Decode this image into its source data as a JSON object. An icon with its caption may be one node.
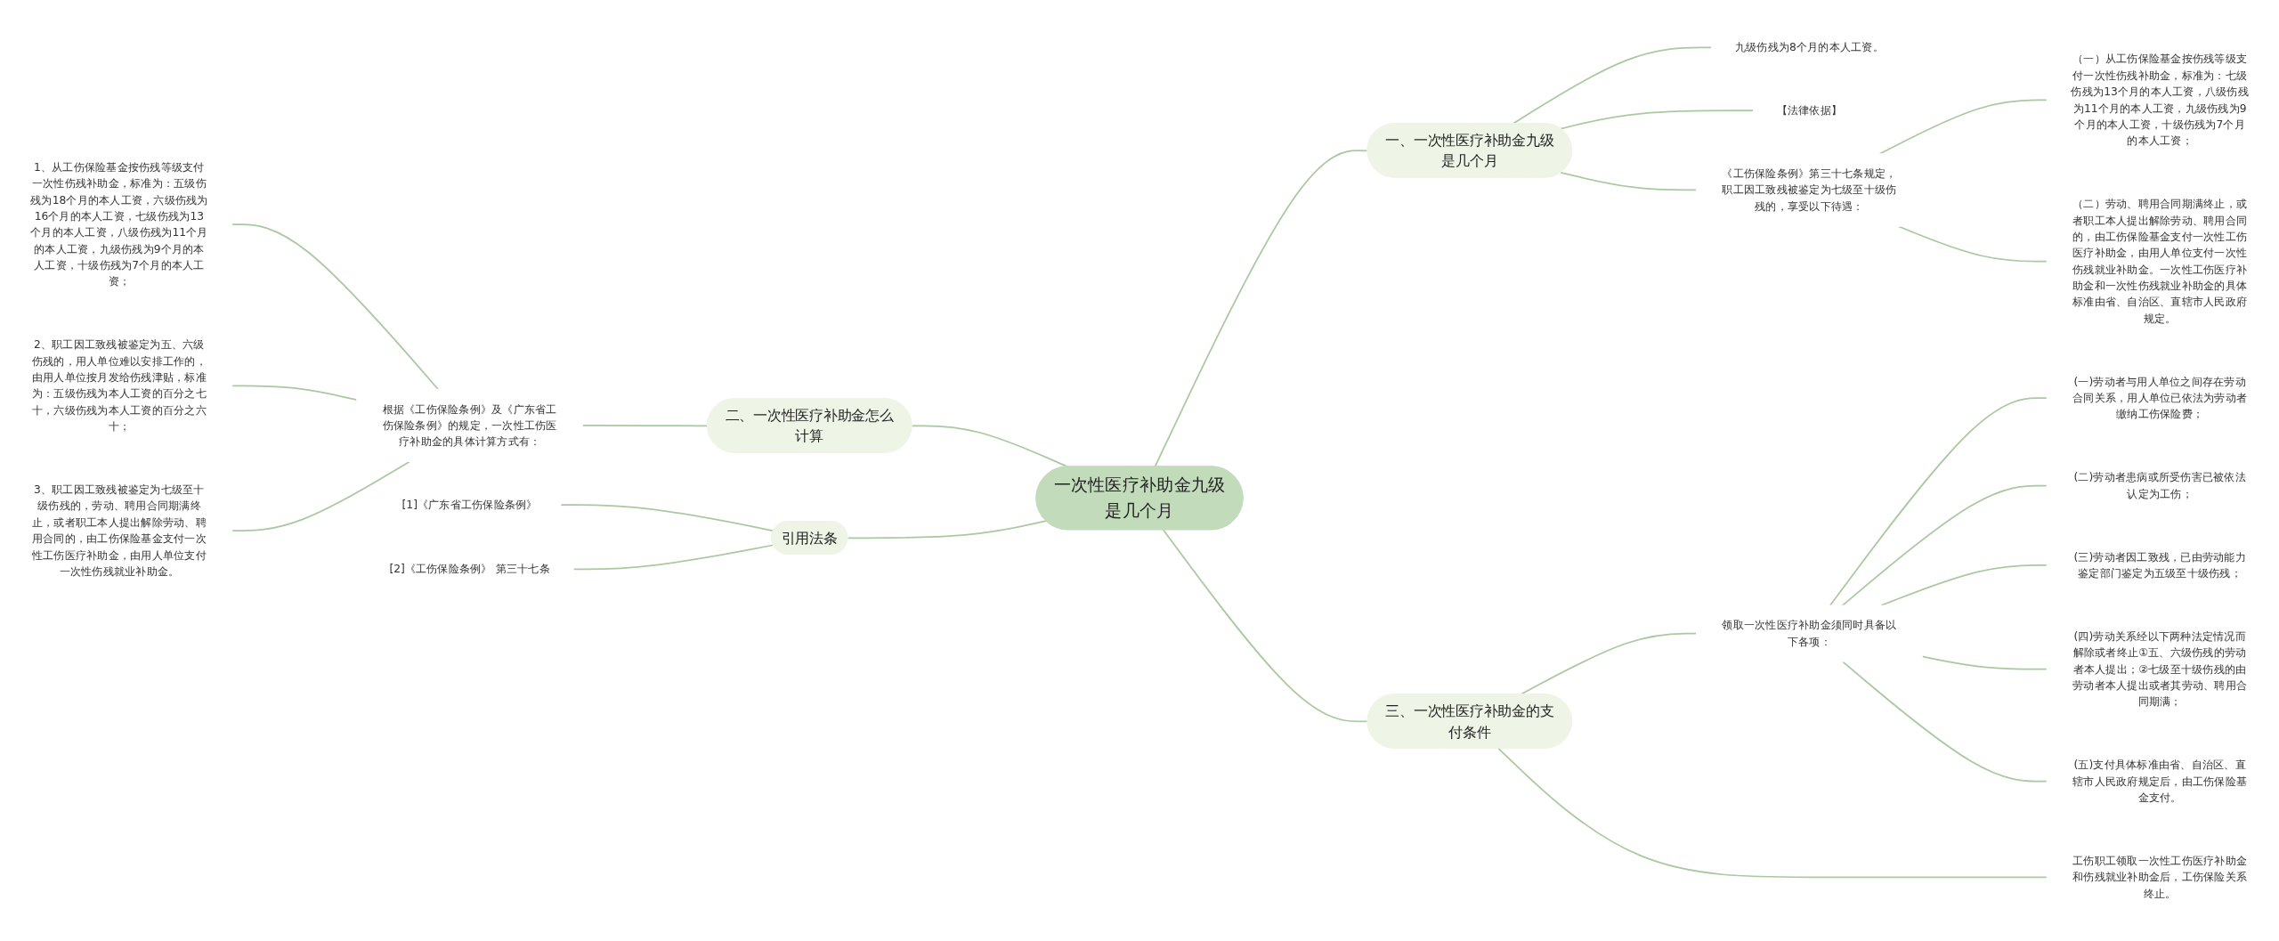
{
  "diagram": {
    "nodes": [
      {
        "text": [
          "一次性医疗补助金九级是几个月"
        ]
      },
      {
        "text": [
          "一、一次性医疗补助金九级是几个月"
        ]
      },
      {
        "text": [
          "九级伤残为8个月的本人工资。"
        ]
      },
      {
        "text": [
          "【法律依据】"
        ]
      },
      {
        "text": [
          "《工伤保险条例》第三十七条规定，职工因工致残被鉴定为七级至十级伤残的，享受以下待遇："
        ]
      },
      {
        "text": [
          "（一）从工伤保险基金按伤残等级支付一次性伤残补助金，标准为：七级伤残为13个月的本人工资，八级伤残为11个月的本人工资，九级伤残为9个月的本人工资，十级伤残为7个月的本人工资；"
        ]
      },
      {
        "text": [
          "（二）劳动、聘用合同期满终止，或者职工本人提出解除劳动、聘用合同的，由工伤保险基金支付一次性工伤医疗补助金，由用人单位支付一次性伤残就业补助金。一次性工伤医疗补助金和一次性伤残就业补助金的具体标准由省、自治区、直辖市人民政府规定。"
        ]
      },
      {
        "text": [
          "二、一次性医疗补助金怎么计算"
        ]
      },
      {
        "text": [
          "根据《工伤保险条例》及《广东省工伤保险条例》的规定，一次性工伤医疗补助金的具体计算方式有："
        ]
      },
      {
        "text": [
          "1、从工伤保险基金按伤残等级支付一次性伤残补助金，标准为：五级伤残为18个月的本人工资，六级伤残为16个月的本人工资，七级伤残为13个月的本人工资，八级伤残为11个月的本人工资，九级伤残为9个月的本人工资，十级伤残为7个月的本人工资；"
        ]
      },
      {
        "text": [
          "2、职工因工致残被鉴定为五、六级伤残的，用人单位难以安排工作的，由用人单位按月发给伤残津贴，标准为：五级伤残为本人工资的百分之七十，六级伤残为本人工资的百分之六十；"
        ]
      },
      {
        "text": [
          "3、职工因工致残被鉴定为七级至十级伤残的，劳动、聘用合同期满终止，或者职工本人提出解除劳动、聘用合同的，由工伤保险基金支付一次性工伤医疗补助金，由用人单位支付一次性伤残就业补助金。"
        ]
      },
      {
        "text": [
          "三、一次性医疗补助金的支付条件"
        ]
      },
      {
        "text": [
          "领取一次性医疗补助金须同时具备以下各项："
        ]
      },
      {
        "text": [
          "(一)劳动者与用人单位之间存在劳动合同关系，用人单位已依法为劳动者缴纳工伤保险费；"
        ]
      },
      {
        "text": [
          "(二)劳动者患病或所受伤害已被依法认定为工伤；"
        ]
      },
      {
        "text": [
          "(三)劳动者因工致残，已由劳动能力鉴定部门鉴定为五级至十级伤残；"
        ]
      },
      {
        "text": [
          "(四)劳动关系经以下两种法定情况而解除或者终止①五、六级伤残的劳动者本人提出；②七级至十级伤残的由劳动者本人提出或者其劳动、聘用合同期满；"
        ]
      },
      {
        "text": [
          "(五)支付具体标准由省、自治区、直辖市人民政府规定后，由工伤保险基金支付。"
        ]
      },
      {
        "text": [
          "工伤职工领取一次性工伤医疗补助金和伤残就业补助金后，工伤保险关系终止。"
        ]
      },
      {
        "text": [
          "引用法条"
        ]
      },
      {
        "text": [
          "[1]《广东省工伤保险条例》"
        ]
      },
      {
        "text": [
          "[2]《工伤保险条例》 第三十七条"
        ]
      }
    ],
    "edges": [
      {
        "from": 0,
        "to": 1,
        "arrow": "none"
      },
      {
        "from": 1,
        "to": 2,
        "arrow": "none"
      },
      {
        "from": 1,
        "to": 3,
        "arrow": "none"
      },
      {
        "from": 1,
        "to": 4,
        "arrow": "none"
      },
      {
        "from": 4,
        "to": 5,
        "arrow": "none"
      },
      {
        "from": 4,
        "to": 6,
        "arrow": "none"
      },
      {
        "from": 7,
        "to": 0,
        "arrow": "none"
      },
      {
        "from": 8,
        "to": 7,
        "arrow": "none"
      },
      {
        "from": 9,
        "to": 8,
        "arrow": "none"
      },
      {
        "from": 10,
        "to": 8,
        "arrow": "none"
      },
      {
        "from": 11,
        "to": 8,
        "arrow": "none"
      },
      {
        "from": 0,
        "to": 12,
        "arrow": "none"
      },
      {
        "from": 12,
        "to": 13,
        "arrow": "none"
      },
      {
        "from": 13,
        "to": 14,
        "arrow": "none"
      },
      {
        "from": 13,
        "to": 15,
        "arrow": "none"
      },
      {
        "from": 13,
        "to": 16,
        "arrow": "none"
      },
      {
        "from": 13,
        "to": 17,
        "arrow": "none"
      },
      {
        "from": 13,
        "to": 18,
        "arrow": "none"
      },
      {
        "from": 12,
        "to": 19,
        "arrow": "none"
      },
      {
        "from": 20,
        "to": 0,
        "arrow": "none"
      },
      {
        "from": 21,
        "to": 20,
        "arrow": "none"
      },
      {
        "from": 22,
        "to": 20,
        "arrow": "none"
      }
    ]
  }
}
